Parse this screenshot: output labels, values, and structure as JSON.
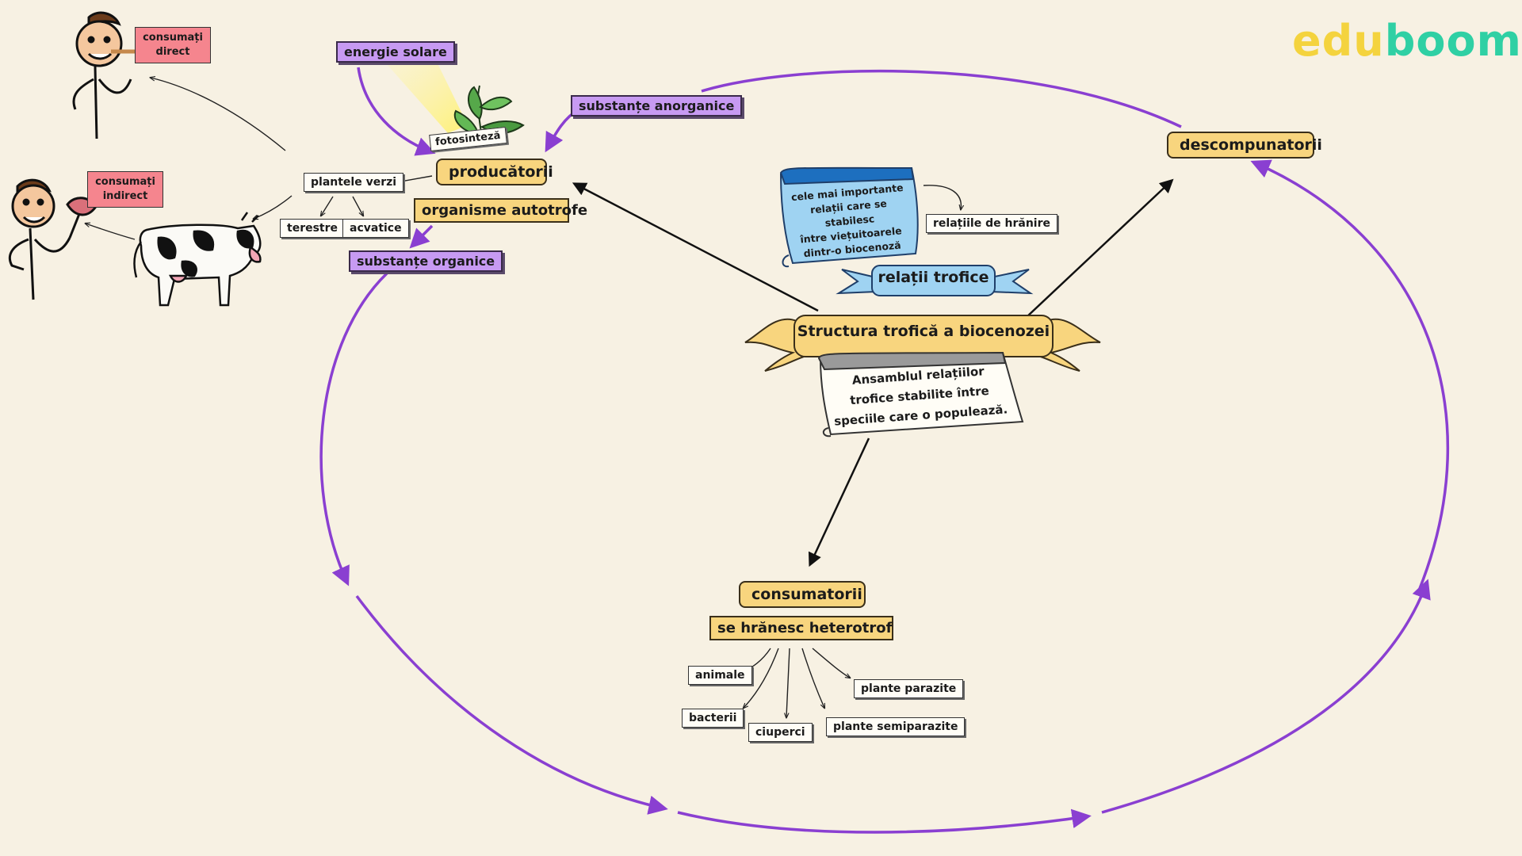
{
  "brand": {
    "part1": "edu",
    "part2": "boom"
  },
  "labels": {
    "consumati_direct": "consumați\ndirect",
    "consumati_indirect": "consumați\nindirect",
    "energie_solare": "energie solare",
    "fotosinteza": "fotosinteză",
    "substante_anorganice": "substanțe anorganice",
    "producatorii": "producătorii",
    "organisme_autotrofe": "organisme autotrofe",
    "substante_organice": "substanțe organice",
    "plantele_verzi": "plantele verzi",
    "terestre": "terestre",
    "acvatice": "acvatice",
    "descompunatorii": "descompunatorii",
    "cele_mai_importante": "cele mai importante\nrelații care se stabilesc\nîntre viețuitoarele\ndintr-o biocenoză",
    "relatiile_de_hranire": "relațiile de hrănire",
    "relatii_trofice": "relații trofice",
    "structura_trofica": "Structura trofică a biocenozei",
    "ansamblul": "Ansamblul relațiilor\ntrofice stabilite între\nspeciile care o populează.",
    "consumatorii": "consumatorii",
    "se_hranesc": "se hrănesc heterotrof",
    "animale": "animale",
    "bacterii": "bacterii",
    "ciuperci": "ciuperci",
    "plante_parazite": "plante parazite",
    "plante_semiparazite": "plante semiparazite"
  },
  "colors": {
    "background": "#f7f1e3",
    "cycle_arrow": "#8a3fd1",
    "purple_label": "#c79af2",
    "gold_label": "#f8d57e",
    "blue_scroll": "#9fd3f2",
    "pink_label": "#f5858e",
    "brand_yellow": "#f4d33e",
    "brand_green": "#2fd0a4"
  }
}
